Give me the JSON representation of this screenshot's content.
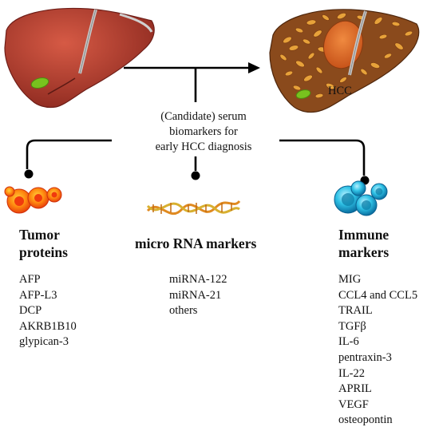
{
  "center_label": [
    "(Candidate) serum",
    "biomarkers for",
    "early HCC diagnosis"
  ],
  "hcc_label": "HCC",
  "categories": [
    {
      "key": "tumor",
      "heading": [
        "Tumor",
        "proteins"
      ],
      "icon": "tumor-cells-icon",
      "items": [
        "AFP",
        "AFP-L3",
        "DCP",
        "AKRB1B10",
        "glypican-3"
      ]
    },
    {
      "key": "mirna",
      "heading": [
        "micro RNA markers"
      ],
      "icon": "rna-helix-icon",
      "items": [
        "miRNA-122",
        "miRNA-21",
        "others"
      ]
    },
    {
      "key": "immune",
      "heading": [
        "Immune",
        "markers"
      ],
      "icon": "immune-cells-icon",
      "items": [
        "MIG",
        "CCL4 and CCL5",
        "TRAIL",
        "TGFβ",
        "IL-6",
        "pentraxin-3",
        "IL-22",
        "APRIL",
        "VEGF",
        "osteopontin"
      ]
    }
  ],
  "colors": {
    "healthy_liver": "#a8392c",
    "diseased_liver": "#8a4a1c",
    "gallbladder": "#78c21e",
    "tumor_cells": "#f04b0e",
    "immune_cells": "#1fb0d6",
    "connector": "#000000"
  }
}
